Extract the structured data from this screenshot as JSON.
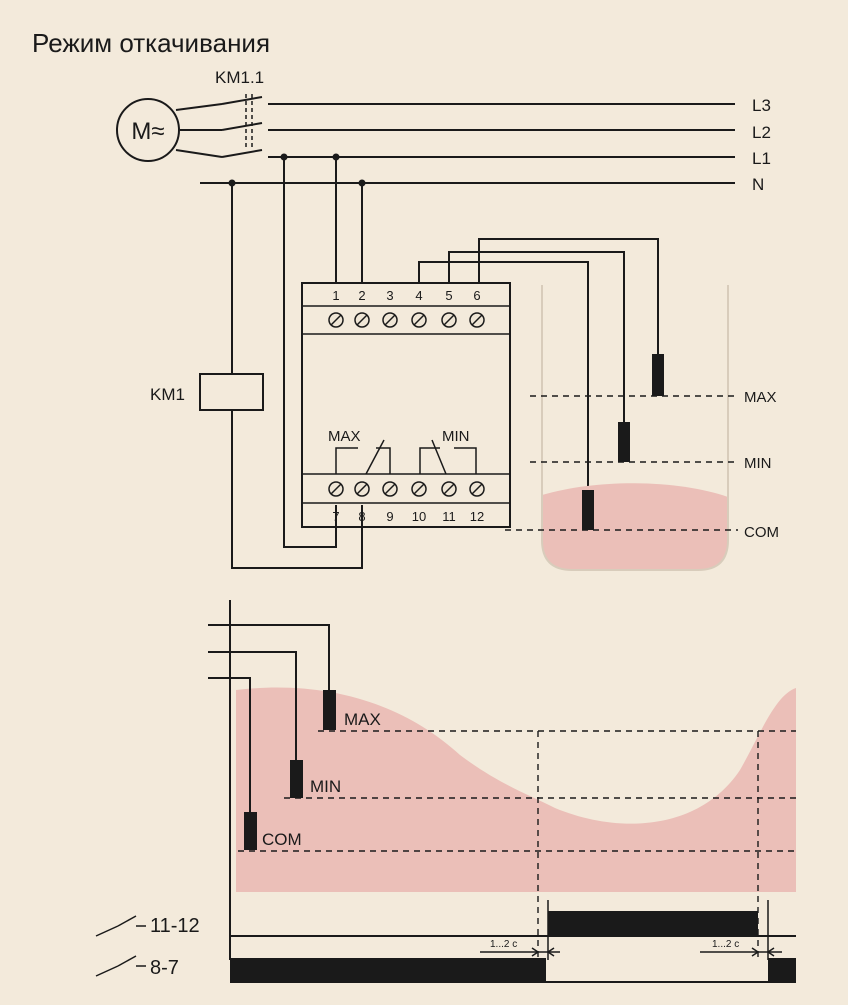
{
  "title": "Режим откачивания",
  "contactor_label": "KM1.1",
  "motor_label": "M≈",
  "coil_label": "KM1",
  "phases": [
    "L3",
    "L2",
    "L1",
    "N"
  ],
  "top_terminals": [
    "1",
    "2",
    "3",
    "4",
    "5",
    "6"
  ],
  "bottom_terminals": [
    "7",
    "8",
    "9",
    "10",
    "11",
    "12"
  ],
  "relay_contacts": {
    "max": "MAX",
    "min": "MIN"
  },
  "tank_levels": [
    "MAX",
    "MIN",
    "COM"
  ],
  "timing_levels": [
    "MAX",
    "MIN",
    "COM"
  ],
  "timing_channels": [
    "11-12",
    "8-7"
  ],
  "delay_label": "1...2 с",
  "colors": {
    "liquid": "#e9b8b0",
    "liquid_light": "#f0cdc6",
    "ink": "#1a1a1a",
    "background": "#f3eadb"
  }
}
